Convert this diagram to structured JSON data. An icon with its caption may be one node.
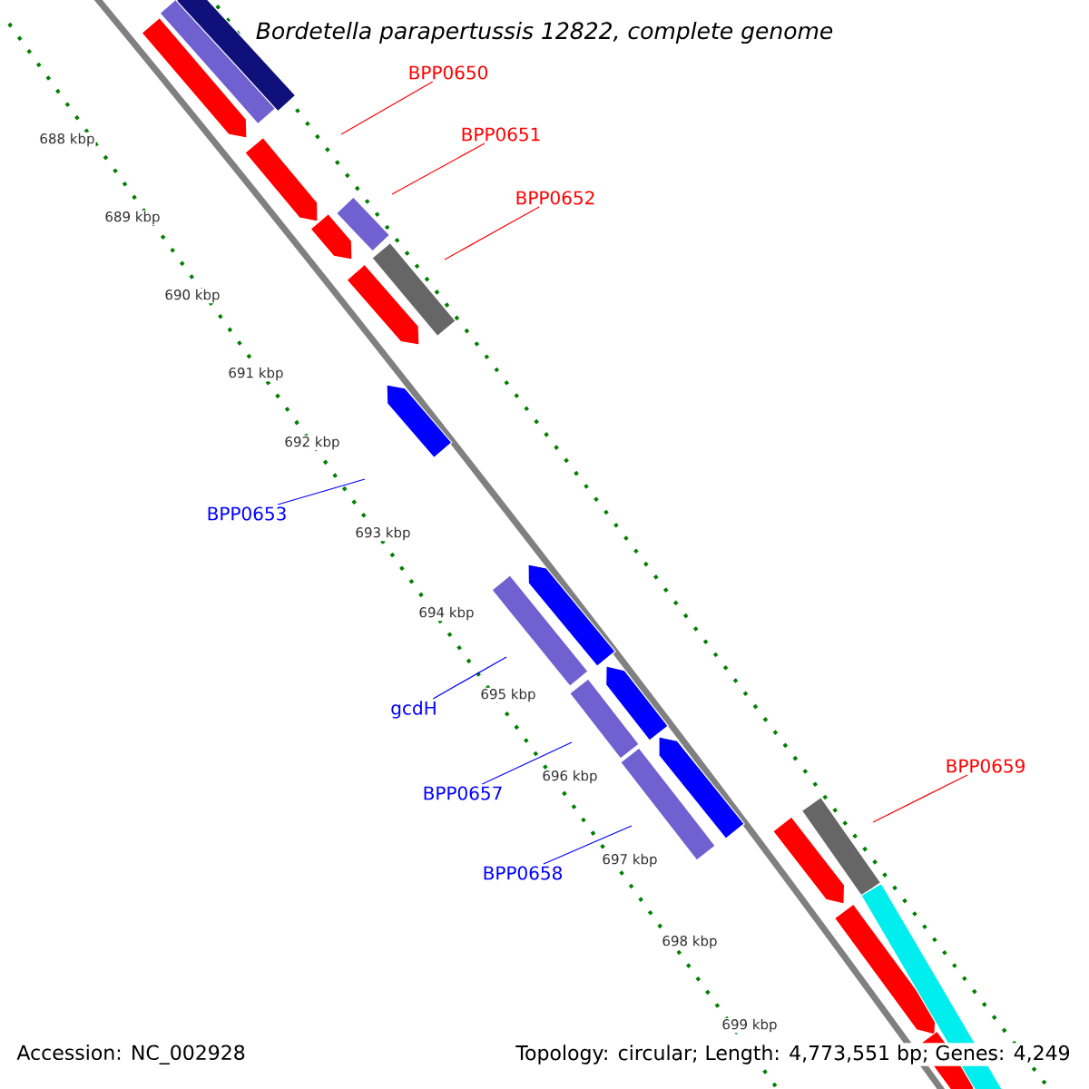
{
  "diagram": {
    "title": "Bordetella parapertussis 12822, complete genome",
    "nodes": [
      {
        "text": [
          "BPP0650"
        ]
      },
      {
        "text": [
          "BPP0651"
        ]
      },
      {
        "text": [
          "BPP0652"
        ]
      },
      {
        "text": [
          "BPP0653"
        ]
      },
      {
        "text": [
          "gcdH"
        ]
      },
      {
        "text": [
          "BPP0657"
        ]
      },
      {
        "text": [
          "BPP0658"
        ]
      },
      {
        "text": [
          "BPP0659"
        ]
      }
    ],
    "edges": [
      {
        "from": 0,
        "to": null,
        "arrow": "none",
        "color": "#ff0000"
      },
      {
        "from": 1,
        "to": null,
        "arrow": "none",
        "color": "#ff0000"
      },
      {
        "from": 2,
        "to": null,
        "arrow": "none",
        "color": "#ff0000"
      },
      {
        "from": 3,
        "to": null,
        "arrow": "none",
        "color": "#0000ff"
      },
      {
        "from": 4,
        "to": null,
        "arrow": "none",
        "color": "#0000ff"
      },
      {
        "from": 5,
        "to": null,
        "arrow": "none",
        "color": "#0000ff"
      },
      {
        "from": 6,
        "to": null,
        "arrow": "none",
        "color": "#0000ff"
      },
      {
        "from": 7,
        "to": null,
        "arrow": "none",
        "color": "#ff0000"
      }
    ],
    "labels": [
      "688 kbp",
      "689 kbp",
      "690 kbp",
      "691 kbp",
      "692 kbp",
      "693 kbp",
      "694 kbp",
      "695 kbp",
      "696 kbp",
      "697 kbp",
      "698 kbp",
      "699 kbp",
      "Accession: NC_002928",
      "Topology: circular; Length: 4,773,551 bp; Genes: 4,249"
    ]
  }
}
